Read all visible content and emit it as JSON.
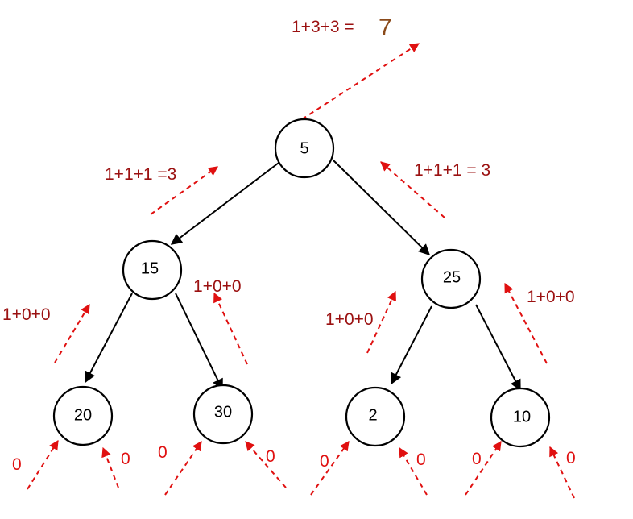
{
  "colors": {
    "edge": "#000000",
    "dashed_arrow": "#e01010",
    "sum_label": "#9b1111",
    "total_result": "#8a4a1a",
    "zero_label": "#e01010"
  },
  "tree": {
    "nodes": [
      {
        "id": "n5",
        "value": "5"
      },
      {
        "id": "n15",
        "value": "15"
      },
      {
        "id": "n25",
        "value": "25"
      },
      {
        "id": "n20",
        "value": "20"
      },
      {
        "id": "n30",
        "value": "30"
      },
      {
        "id": "n2",
        "value": "2"
      },
      {
        "id": "n10",
        "value": "10"
      }
    ],
    "edges": [
      [
        "n5",
        "n15"
      ],
      [
        "n5",
        "n25"
      ],
      [
        "n15",
        "n20"
      ],
      [
        "n15",
        "n30"
      ],
      [
        "n25",
        "n2"
      ],
      [
        "n25",
        "n10"
      ]
    ]
  },
  "labels": {
    "root_sum_prefix": "1+3+3 =",
    "root_sum_result": "7",
    "left_subtree_sum": "1+1+1 =3",
    "right_subtree_sum": "1+1+1 = 3",
    "n20_sum": "1+0+0",
    "n30_sum": "1+0+0",
    "n2_sum": "1+0+0",
    "n10_sum": "1+0+0",
    "zero": "0"
  }
}
